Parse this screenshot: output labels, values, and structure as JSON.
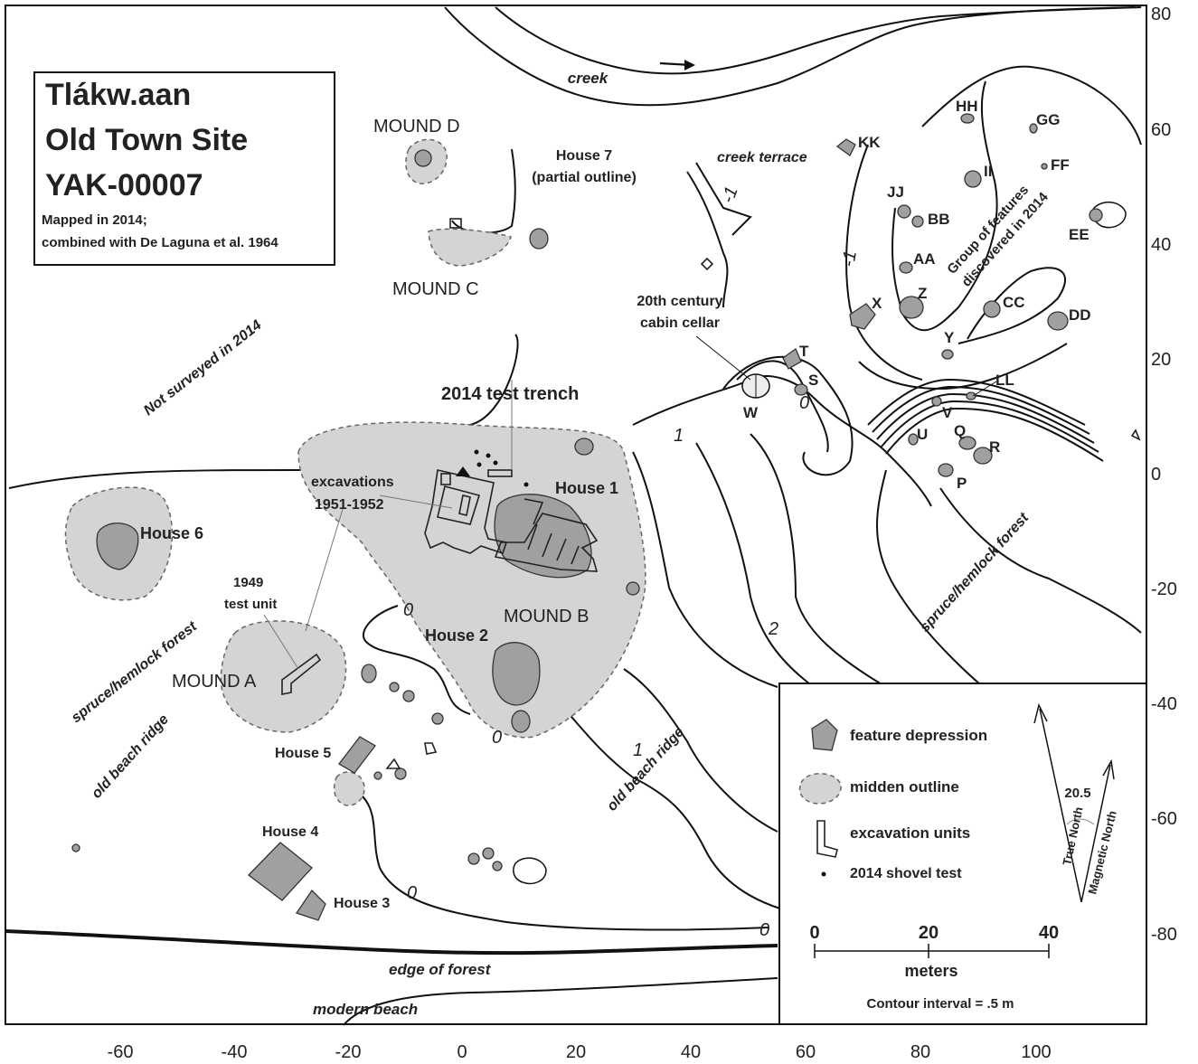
{
  "title_block": {
    "line1": "Tlákw.aan",
    "line2": "Old Town Site",
    "line3": "YAK-00007",
    "note1": "Mapped in 2014;",
    "note2": "combined with De Laguna et al. 1964"
  },
  "axes": {
    "x_ticks": [
      "-60",
      "-40",
      "-20",
      "0",
      "20",
      "40",
      "60",
      "80",
      "100"
    ],
    "y_ticks": [
      "80",
      "60",
      "40",
      "20",
      "0",
      "-20",
      "-40",
      "-60",
      "-80"
    ]
  },
  "labels": {
    "creek": "creek",
    "creek_terrace": "creek terrace",
    "mound_d": "MOUND D",
    "mound_c": "MOUND C",
    "mound_a": "MOUND A",
    "mound_b": "MOUND B",
    "house7": "House 7",
    "house7_sub": "(partial outline)",
    "house1": "House 1",
    "house2": "House 2",
    "house3": "House 3",
    "house4": "House 4",
    "house5": "House 5",
    "house6": "House 6",
    "not_surveyed": "Not surveyed in 2014",
    "test_trench": "2014 test trench",
    "excavations": "excavations",
    "excavations_years": "1951-1952",
    "test_unit_year": "1949",
    "test_unit": "test unit",
    "cabin1": "20th century",
    "cabin2": "cabin cellar",
    "group1": "Group of features",
    "group2": "discovered in 2014",
    "spruce_left": "spruce/hemlock forest",
    "spruce_right": "spruce/hemlock forest",
    "beach_ridge_left": "old beach ridge",
    "beach_ridge_mid": "old beach ridge",
    "edge_forest": "edge of forest",
    "modern_beach": "modern beach"
  },
  "features": {
    "HH": "HH",
    "GG": "GG",
    "KK": "KK",
    "FF": "FF",
    "II": "II",
    "JJ": "JJ",
    "BB": "BB",
    "EE": "EE",
    "AA": "AA",
    "X": "X",
    "Z": "Z",
    "CC": "CC",
    "DD": "DD",
    "Y": "Y",
    "T": "T",
    "S": "S",
    "W": "W",
    "LL": "LL",
    "V": "V",
    "U": "U",
    "Q": "Q",
    "R": "R",
    "P": "P"
  },
  "contour_labels": {
    "c_neg1_a": "-1",
    "c_neg1_b": "-1",
    "c0_a": "0",
    "c0_b": "0",
    "c0_c": "0",
    "c0_d": "0",
    "c0_e": "0",
    "c1_a": "1",
    "c1_b": "1",
    "c2": "2"
  },
  "legend": {
    "feature_depression": "feature depression",
    "midden_outline": "midden outline",
    "excavation_units": "excavation units",
    "shovel_test": "2014 shovel test",
    "true_north": "True North",
    "magnetic_north": "Magnetic North",
    "declination": "20.5",
    "scale_0": "0",
    "scale_20": "20",
    "scale_40": "40",
    "meters": "meters",
    "contour_interval": "Contour interval = .5 m"
  }
}
